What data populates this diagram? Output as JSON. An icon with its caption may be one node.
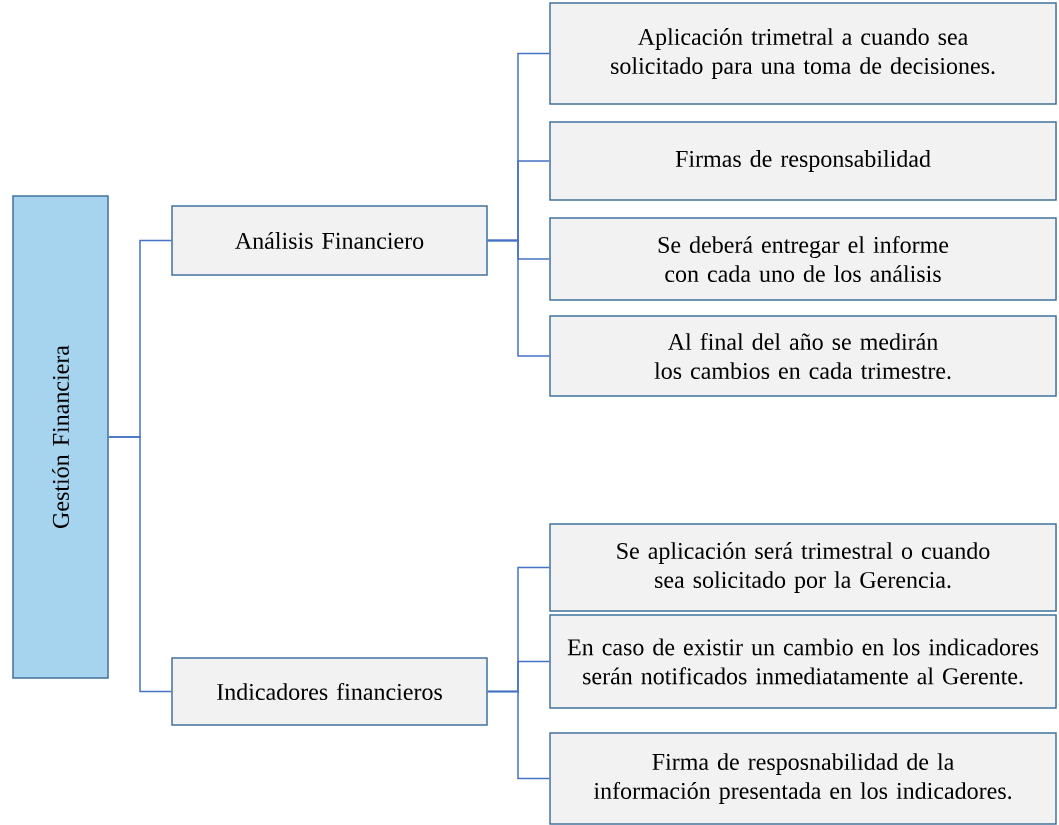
{
  "diagram": {
    "nodes": [
      {
        "text": [
          "Gestión Financiera"
        ]
      },
      {
        "text": [
          "Análisis Financiero"
        ]
      },
      {
        "text": [
          "Indicadores financieros"
        ]
      },
      {
        "text": [
          "Aplicación trimetral a cuando sea solicitado para una toma de decisiones."
        ]
      },
      {
        "text": [
          "Firmas de responsabilidad"
        ]
      },
      {
        "text": [
          "Se deberá entregar el informe con cada uno de los análisis"
        ]
      },
      {
        "text": [
          "Al final del año se medirán los cambios en cada trimestre."
        ]
      },
      {
        "text": [
          "Se aplicación será trimestral o cuando sea solicitado por la Gerencia."
        ]
      },
      {
        "text": [
          "En caso de existir un cambio en los indicadores serán notificados inmediatamente al Gerente."
        ]
      },
      {
        "text": [
          "Firma de resposnabilidad de la información presentada en los indicadores."
        ]
      }
    ],
    "edges": [
      {
        "from": 0,
        "to": 1,
        "arrow": "none"
      },
      {
        "from": 0,
        "to": 2,
        "arrow": "none"
      },
      {
        "from": 1,
        "to": 3,
        "arrow": "none"
      },
      {
        "from": 1,
        "to": 4,
        "arrow": "none"
      },
      {
        "from": 1,
        "to": 5,
        "arrow": "none"
      },
      {
        "from": 1,
        "to": 6,
        "arrow": "none"
      },
      {
        "from": 2,
        "to": 7,
        "arrow": "none"
      },
      {
        "from": 2,
        "to": 8,
        "arrow": "none"
      },
      {
        "from": 2,
        "to": 9,
        "arrow": "none"
      }
    ]
  }
}
